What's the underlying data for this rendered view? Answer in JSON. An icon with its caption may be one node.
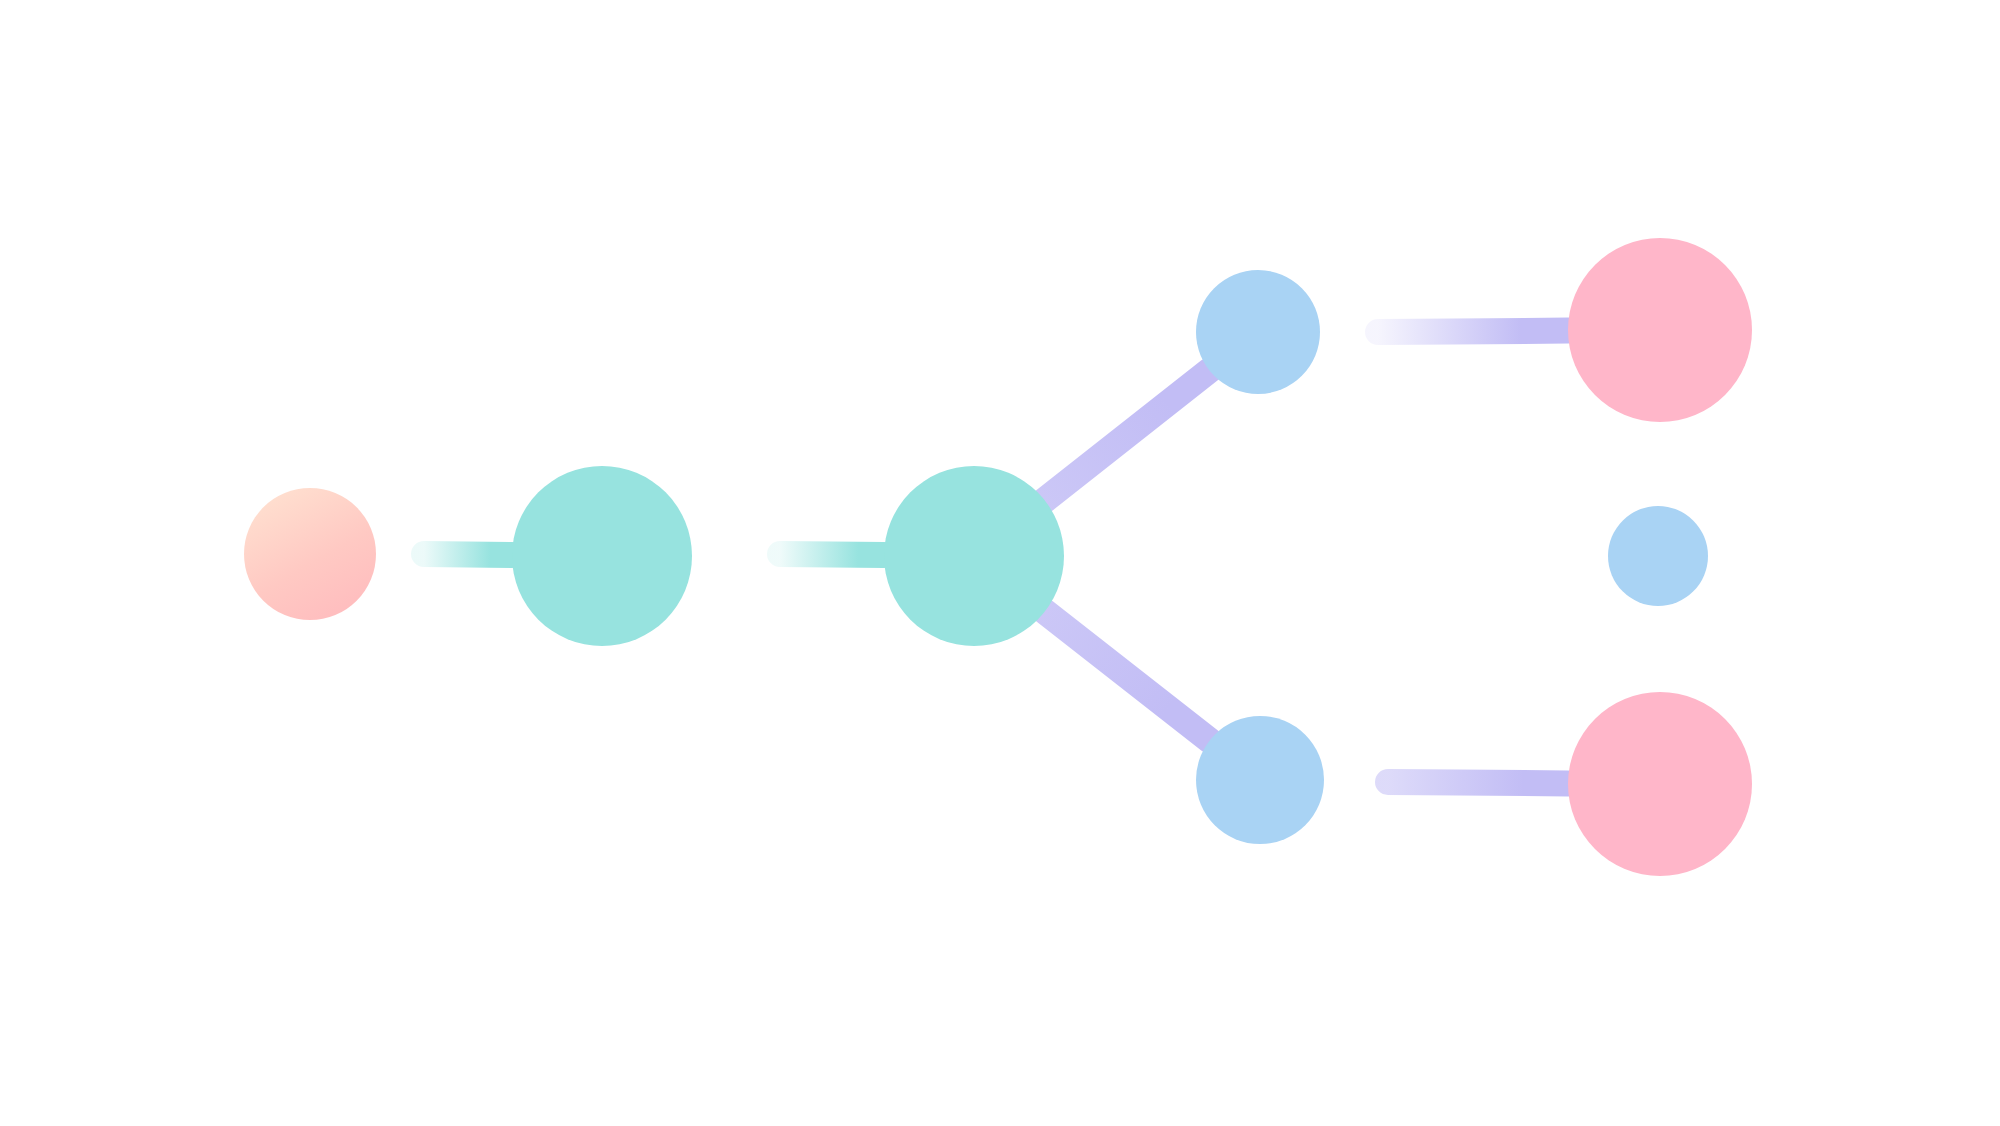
{
  "diagram": {
    "nodes": [
      {
        "text": [],
        "shape": "circle"
      },
      {
        "text": [],
        "shape": "circle"
      },
      {
        "text": [],
        "shape": "circle"
      },
      {
        "text": [],
        "shape": "circle"
      },
      {
        "text": [],
        "shape": "circle"
      },
      {
        "text": [],
        "shape": "circle"
      },
      {
        "text": [],
        "shape": "circle"
      },
      {
        "text": [],
        "shape": "circle"
      }
    ],
    "edges": [
      {
        "from": null,
        "to": 1,
        "arrow": "none",
        "color": "#97e3df"
      },
      {
        "from": null,
        "to": 2,
        "arrow": "none",
        "color": "#97e3df"
      },
      {
        "from": 2,
        "to": 3,
        "arrow": "none"
      },
      {
        "from": 2,
        "to": 4,
        "arrow": "none"
      },
      {
        "from": null,
        "to": 5,
        "arrow": "none"
      },
      {
        "from": null,
        "to": 7,
        "arrow": "none"
      }
    ]
  }
}
